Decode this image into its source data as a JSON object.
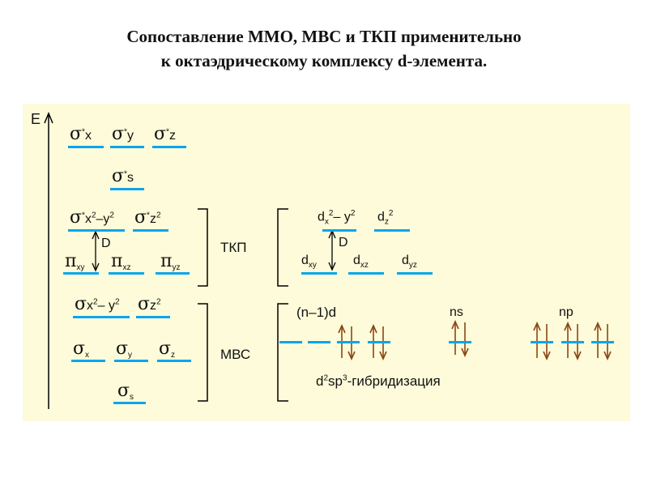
{
  "title": {
    "line1": "Сопоставление ММО, МВС и ТКП применительно",
    "line2": "к октаэдрическому комплексу d-элемента."
  },
  "axis": {
    "label": "E"
  },
  "mmo": {
    "sigma_star_x": {
      "g": "σ",
      "mod": "*",
      "sub": "x"
    },
    "sigma_star_y": {
      "g": "σ",
      "mod": "*",
      "sub": "y"
    },
    "sigma_star_z": {
      "g": "σ",
      "mod": "*",
      "sub": "z"
    },
    "sigma_star_s": {
      "g": "σ",
      "mod": "*",
      "sub": "s"
    },
    "sigma_star_x2y2": {
      "g": "σ",
      "mod": "*",
      "sub": "x",
      "sup1": "2",
      "mid": "–y",
      "sup2": "2"
    },
    "sigma_star_z2": {
      "g": "σ",
      "mod": "*",
      "sub": "z",
      "sup1": "2"
    },
    "pi_xy": {
      "g": "π",
      "sub": "xy"
    },
    "pi_xz": {
      "g": "π",
      "sub": "xz"
    },
    "pi_yz": {
      "g": "π",
      "sub": "yz"
    },
    "sigma_x2y2": {
      "g": "σ",
      "sub": "x",
      "sup1": "2",
      "mid": "– y",
      "sup2": "2"
    },
    "sigma_z2": {
      "g": "σ",
      "sub": "z",
      "sup1": "2"
    },
    "sigma_x": {
      "g": "σ",
      "sub": "x"
    },
    "sigma_y": {
      "g": "σ",
      "sub": "y"
    },
    "sigma_z": {
      "g": "σ",
      "sub": "z"
    },
    "sigma_s": {
      "g": "σ",
      "sub": "s"
    },
    "delta": "D"
  },
  "tkp": {
    "label": "ТКП",
    "dx2y2": {
      "base": "d",
      "sub": "x",
      "sup1": "2",
      "mid": "– y",
      "sup2": "2"
    },
    "dz2": {
      "base": "d",
      "sub": "z",
      "sup1": "2"
    },
    "dxy": {
      "base": "d",
      "sub": "xy"
    },
    "dxz": {
      "base": "d",
      "sub": "xz"
    },
    "dyz": {
      "base": "d",
      "sub": "yz"
    },
    "delta": "D"
  },
  "mbc": {
    "label": "МВС",
    "n1d": "(n–1)d",
    "ns": "ns",
    "np": "np",
    "hybrid": {
      "d": "d",
      "sup1": "2",
      "sp": "sp",
      "sup2": "3",
      "rest": "-гибридизация"
    }
  },
  "colors": {
    "level": "#0aa4ee",
    "arrow": "#8b4513",
    "panel": "#fdfbd9"
  }
}
